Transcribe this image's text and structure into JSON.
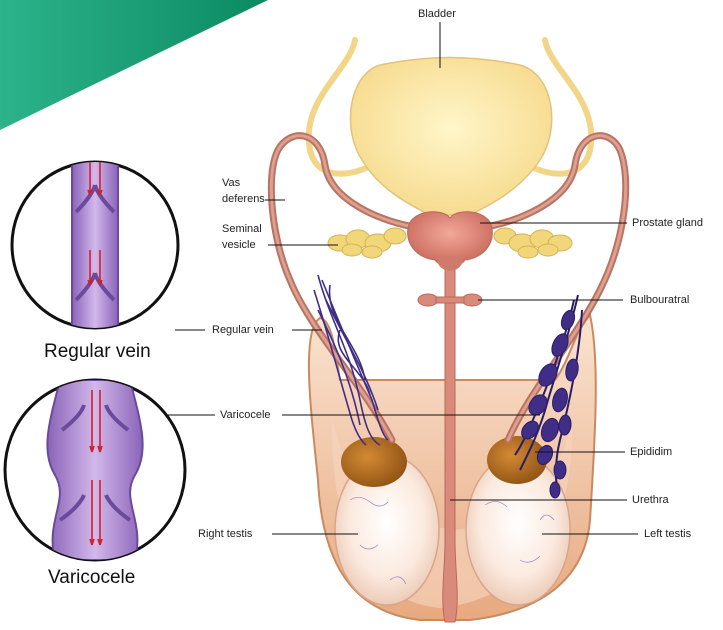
{
  "labels": {
    "bladder": "Bladder",
    "vas_deferens_1": "Vas",
    "vas_deferens_2": "deferens",
    "seminal_1": "Seminal",
    "seminal_2": "vesicle",
    "prostate": "Prostate gland",
    "bulbourethral": "Bulbouratral",
    "regular_vein": "Regular vein",
    "varicocele": "Varicocele",
    "epididymis": "Epididim",
    "urethra": "Urethra",
    "right_testis": "Right testis",
    "left_testis": "Left testis"
  },
  "insets": {
    "regular_title": "Regular vein",
    "varicocele_title": "Varicocele"
  },
  "colors": {
    "accent_green": "#139b6e",
    "bladder": "#fbe6a3",
    "vas": "#c98878",
    "prostate": "#e08c7e",
    "vein": "#3f2d86",
    "vein_inset": "#b697d6",
    "testis": "#fbeee6",
    "epididymis": "#b06a1c",
    "scrotum": "#f2c9a8",
    "arrow": "#d11f2b"
  }
}
